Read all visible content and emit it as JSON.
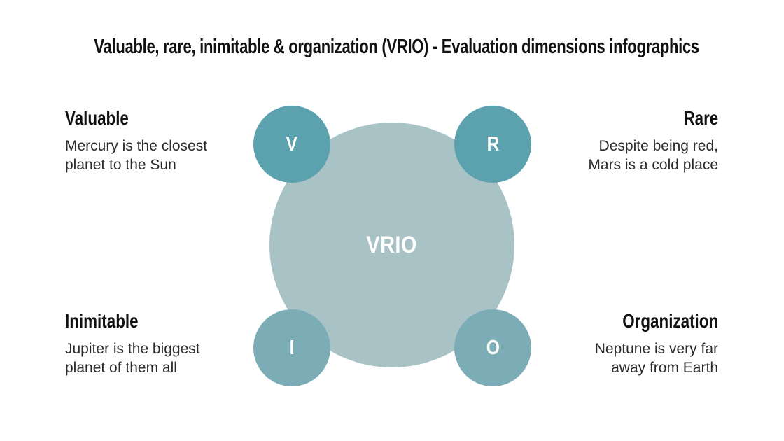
{
  "title": "Valuable, rare, inimitable & organization (VRIO) - Evaluation dimensions infographics",
  "center": {
    "label": "VRIO"
  },
  "items": [
    {
      "key": "V",
      "heading": "Valuable",
      "description": "Mercury is the closest\nplanet to the Sun"
    },
    {
      "key": "R",
      "heading": "Rare",
      "description": "Despite being red,\nMars is a cold place"
    },
    {
      "key": "I",
      "heading": "Inimitable",
      "description": "Jupiter is the biggest\nplanet of them all"
    },
    {
      "key": "O",
      "heading": "Organization",
      "description": "Neptune is very far\naway from Earth"
    }
  ],
  "colors": {
    "big_circle": "#a9c2c6",
    "top_circle": "#5ba1ae",
    "bottom_circle": "#7cadb6",
    "heading_text": "#111111",
    "body_text": "#2b2b2b",
    "background": "#ffffff",
    "circle_label_text": "#ffffff"
  }
}
